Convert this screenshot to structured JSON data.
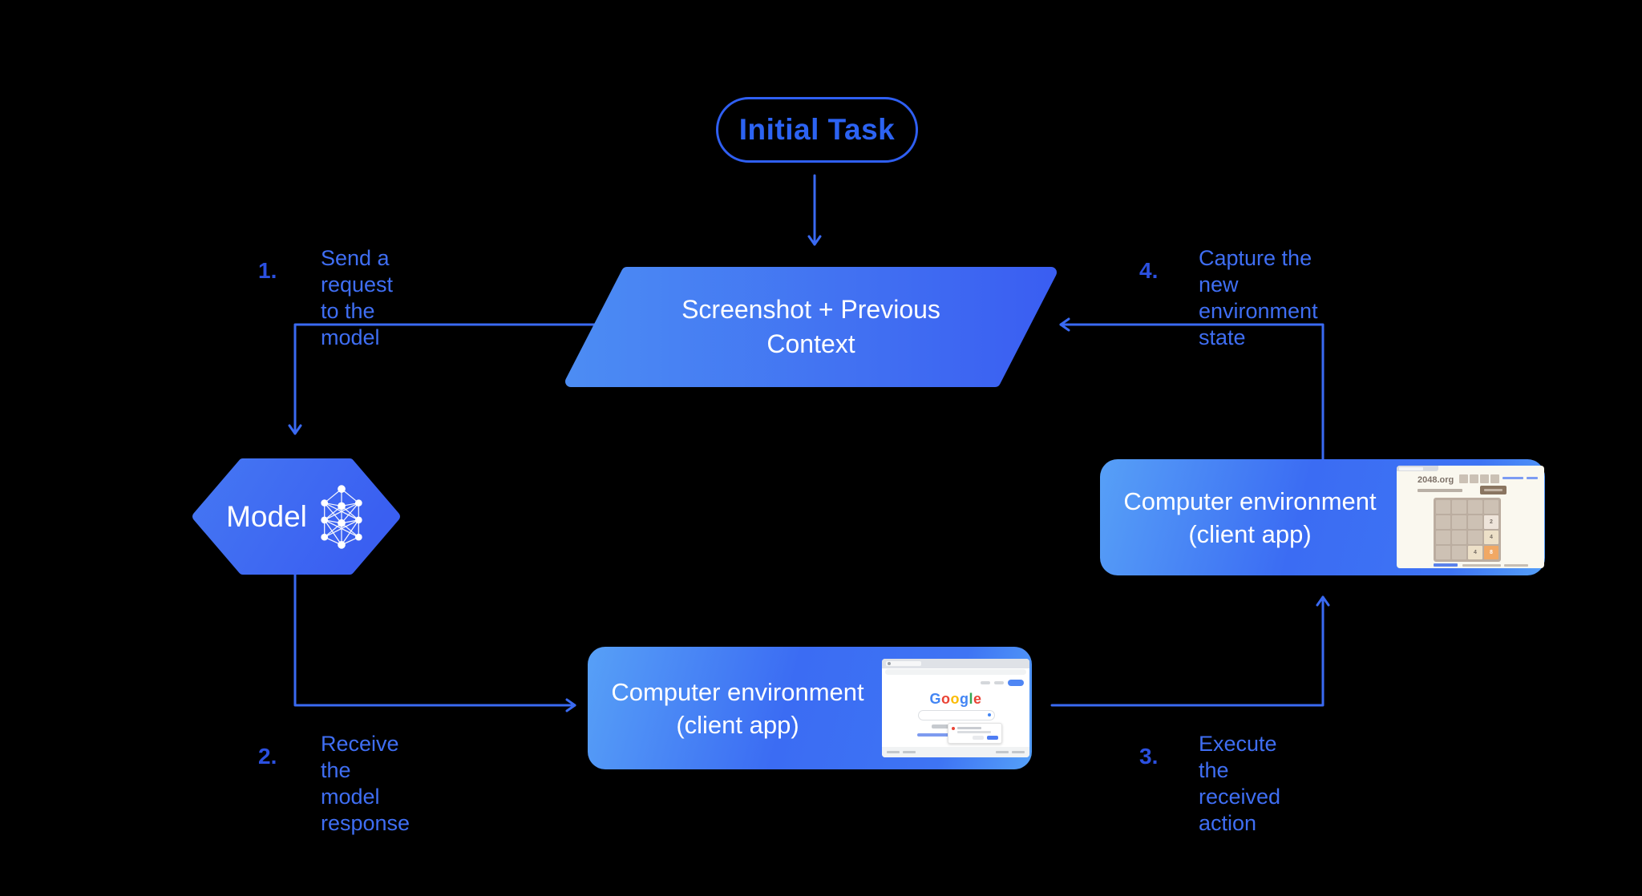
{
  "diagram": {
    "title_node": "Initial Task",
    "screenshot_node": {
      "line1": "Screenshot + Previous",
      "line2": "Context"
    },
    "model_node": {
      "label": "Model"
    },
    "env_bottom_node": {
      "line1": "Computer environment",
      "line2": "(client app)"
    },
    "env_right_node": {
      "line1": "Computer environment",
      "line2": "(client app)"
    }
  },
  "steps": [
    {
      "number": "1.",
      "line1": "Send a request",
      "line2": "to the model"
    },
    {
      "number": "2.",
      "line1": "Receive the",
      "line2": "model response"
    },
    {
      "number": "3.",
      "line1": "Execute the",
      "line2": "received action"
    },
    {
      "number": "4.",
      "line1": "Capture the new",
      "line2": "environment state"
    }
  ],
  "thumbnails": {
    "google": {
      "logo_letters": [
        "G",
        "o",
        "o",
        "g",
        "l",
        "e"
      ],
      "logo_colors": [
        "#4285F4",
        "#EA4335",
        "#FBBC05",
        "#4285F4",
        "#34A853",
        "#EA4335"
      ]
    },
    "game2048": {
      "site_title": "2048.org",
      "tiles": [
        {
          "row": 2,
          "col": 4,
          "value": "2"
        },
        {
          "row": 3,
          "col": 4,
          "value": "4"
        },
        {
          "row": 4,
          "col": 3,
          "value": "4"
        },
        {
          "row": 4,
          "col": 4,
          "value": "8"
        }
      ]
    }
  },
  "colors": {
    "background": "#000000",
    "connector": "#3a6af2",
    "pill_border": "#2f5ff2",
    "pill_text": "#2c63f3",
    "step_number": "#2b50e0",
    "step_text": "#3f6ef3",
    "node_text": "#ffffff",
    "shape_gradient_start": "#4c8cf3",
    "shape_gradient_end": "#3a5ef2",
    "tile_2_bg": "#eee4da",
    "tile_4_bg": "#ede0c8",
    "tile_8_bg": "#f1a864"
  }
}
